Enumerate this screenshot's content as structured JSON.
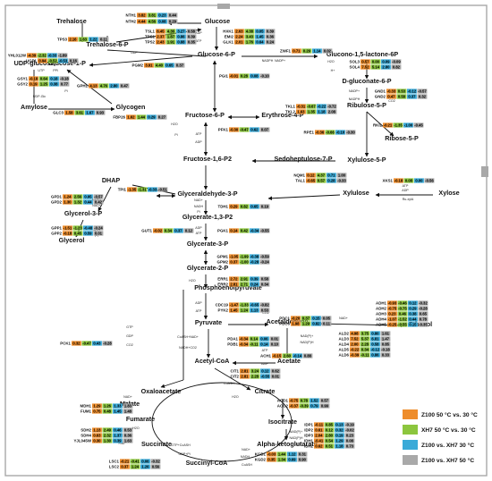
{
  "colors": {
    "z100_50_vs_30": "#ee8d2c",
    "xh7_50_vs_30": "#8cc63e",
    "z100_vs_xh7_30": "#3aaad8",
    "z100_vs_xh7_50": "#a9a9a9"
  },
  "legend": [
    {
      "label": "Z100 50 °C vs. 30 °C",
      "color_key": "z100_50_vs_30"
    },
    {
      "label": "XH7 50 °C vs. 30 °C",
      "color_key": "xh7_50_vs_30"
    },
    {
      "label": "Z100 vs. XH7 30 °C",
      "color_key": "z100_vs_xh7_30"
    },
    {
      "label": "Z100 vs. XH7 50 °C",
      "color_key": "z100_vs_xh7_50"
    }
  ],
  "metabolites": [
    {
      "id": "glucose",
      "label": "Glucose"
    },
    {
      "id": "trehalose",
      "label": "Trehalose"
    },
    {
      "id": "trehalose6p",
      "label": "Trehalose-6-P"
    },
    {
      "id": "udpglucose",
      "label": "UDP-glucose"
    },
    {
      "id": "glucose1p",
      "label": "Glucose-1-P"
    },
    {
      "id": "glucose6p",
      "label": "Glucose-6-P"
    },
    {
      "id": "glucono",
      "label": "Glucono-1,5-lactone-6P"
    },
    {
      "id": "dgluconate",
      "label": "D-gluconate-6-P"
    },
    {
      "id": "amylose",
      "label": "Amylose"
    },
    {
      "id": "glycogen",
      "label": "Glycogen"
    },
    {
      "id": "fructose6p",
      "label": "Fructose-6-P"
    },
    {
      "id": "erythrose4p",
      "label": "Erythrose-4-P"
    },
    {
      "id": "ribulose5p",
      "label": "Ribulose-5-P"
    },
    {
      "id": "ribose5p",
      "label": "Ribose-5-P"
    },
    {
      "id": "fructose16",
      "label": "Fructose-1,6-P2"
    },
    {
      "id": "sedo",
      "label": "Sedoheptulose-7-P"
    },
    {
      "id": "xylulose5p",
      "label": "Xylulose-5-P"
    },
    {
      "id": "dhap",
      "label": "DHAP"
    },
    {
      "id": "ga3p",
      "label": "Glyceraldehyde-3-P"
    },
    {
      "id": "xylulose",
      "label": "Xylulose"
    },
    {
      "id": "xylose",
      "label": "Xylose"
    },
    {
      "id": "glycerol3p",
      "label": "Glycerol-3-P"
    },
    {
      "id": "glycerate13",
      "label": "Glycerate-1,3-P2"
    },
    {
      "id": "glycerol",
      "label": "Glycerol"
    },
    {
      "id": "glycerate3p",
      "label": "Glycerate-3-P"
    },
    {
      "id": "glycerate2p",
      "label": "Glycerate-2-P"
    },
    {
      "id": "pep",
      "label": "Phosphoenolpyruvate"
    },
    {
      "id": "pyruvate",
      "label": "Pyruvate"
    },
    {
      "id": "acetaldehyde",
      "label": "Acetaldehyde"
    },
    {
      "id": "ethanol",
      "label": "Ethanol"
    },
    {
      "id": "acetate",
      "label": "Acetate"
    },
    {
      "id": "acetylcoa",
      "label": "Acetyl-CoA"
    },
    {
      "id": "oxaloacetate",
      "label": "Oxaloacetate"
    },
    {
      "id": "citrate",
      "label": "Citrate"
    },
    {
      "id": "malate",
      "label": "Malate"
    },
    {
      "id": "fumarate",
      "label": "Fumarate"
    },
    {
      "id": "isocitrate",
      "label": "Isocitrate"
    },
    {
      "id": "succinate",
      "label": "Succinate"
    },
    {
      "id": "akg",
      "label": "Alpha-ketoglutarate"
    },
    {
      "id": "succinylcoa",
      "label": "Succinyl-CoA"
    }
  ],
  "genes": [
    {
      "id": "NTH1",
      "values": [
        "3.82",
        "3.81",
        "0.23",
        "0.44"
      ]
    },
    {
      "id": "NTH2",
      "values": [
        "4.44",
        "4.56",
        "0.08",
        "0.29"
      ]
    },
    {
      "id": "TSL1",
      "values": [
        "6.45",
        "4.36",
        "3.27",
        "0.58"
      ]
    },
    {
      "id": "TPS1",
      "values": [
        "2.37",
        "1.87",
        "0.86",
        "0.39"
      ]
    },
    {
      "id": "TPS2",
      "values": [
        "2.43",
        "1.91",
        "0.88",
        "0.35"
      ]
    },
    {
      "id": "TPS3",
      "values": [
        "2.16",
        "1.63",
        "1.22",
        "0.11"
      ]
    },
    {
      "id": "HXK1",
      "values": [
        "2.63",
        "4.38",
        "0.05",
        "0.39"
      ]
    },
    {
      "id": "EMI2",
      "values": [
        "2.24",
        "3.43",
        "1.45",
        "0.36"
      ]
    },
    {
      "id": "GLK1",
      "values": [
        "2.01",
        "1.76",
        "0.64",
        "0.24"
      ]
    },
    {
      "id": "YHL012W",
      "values": [
        "-4.39",
        "-2.32",
        "-0.33",
        "-1.89"
      ]
    },
    {
      "id": "UGP1",
      "values": [
        "0.94",
        "-0.52",
        "-0.53",
        "0.16"
      ]
    },
    {
      "id": "PGM2",
      "values": [
        "3.91",
        "4.40",
        "0.65",
        "0.37"
      ]
    },
    {
      "id": "ZWF1",
      "values": [
        "0.71",
        "0.29",
        "1.14",
        "0.02"
      ]
    },
    {
      "id": "SOL3",
      "values": [
        "0.57",
        "0.00",
        "0.09",
        "-0.09"
      ]
    },
    {
      "id": "SOL4",
      "values": [
        "7.52",
        "5.14",
        "2.80",
        "0.82"
      ]
    },
    {
      "id": "GSY1",
      "values": [
        "-0.18",
        "0.64",
        "0.18",
        "-0.18"
      ]
    },
    {
      "id": "GSY2",
      "values": [
        "0.19",
        "1.25",
        "0.38",
        "0.77"
      ]
    },
    {
      "id": "GPH1",
      "values": [
        "4.13",
        "4.76",
        "2.80",
        "0.47"
      ]
    },
    {
      "id": "GLC3",
      "values": [
        "1.58",
        "3.61",
        "1.67",
        "0.93"
      ]
    },
    {
      "id": "PGI1",
      "values": [
        "-0.01",
        "0.28",
        "0.08",
        "-0.10"
      ]
    },
    {
      "id": "GND1",
      "values": [
        "-0.33",
        "0.53",
        "-0.12",
        "-0.57"
      ]
    },
    {
      "id": "GND2",
      "values": [
        "0.47",
        "0.58",
        "0.37",
        "0.32"
      ]
    },
    {
      "id": "TKL1",
      "values": [
        "-0.31",
        "-0.67",
        "-0.22",
        "-0.72"
      ]
    },
    {
      "id": "TKL2",
      "values": [
        "1.63",
        "1.35",
        "1.18",
        "2.08"
      ]
    },
    {
      "id": "FBP26",
      "values": [
        "1.62",
        "1.44",
        "0.29",
        "0.27"
      ]
    },
    {
      "id": "PFK1",
      "values": [
        "-0.30",
        "-0.47",
        "0.62",
        "0.07"
      ]
    },
    {
      "id": "RPE1",
      "values": [
        "-0.36",
        "-0.66",
        "-0.10",
        "-0.30"
      ]
    },
    {
      "id": "RKI1",
      "values": [
        "-0.21",
        "-1.35",
        "-1.00",
        "-0.45"
      ]
    },
    {
      "id": "FBA1",
      "values": [
        "-1.08",
        "-1.21",
        "-0.41",
        "-0.30"
      ]
    },
    {
      "id": "NQM1",
      "values": [
        "0.12",
        "4.37",
        "0.71",
        "1.00"
      ]
    },
    {
      "id": "TAL1",
      "values": [
        "-0.65",
        "0.57",
        "0.28",
        "-0.33"
      ]
    },
    {
      "id": "TPI1",
      "values": [
        "-1.35",
        "-1.31",
        "-0.33",
        "-0.51"
      ]
    },
    {
      "id": "XKS1",
      "values": [
        "-0.18",
        "0.08",
        "0.00",
        "-0.56"
      ]
    },
    {
      "id": "GPD1",
      "values": [
        "1.24",
        "2.56",
        "0.95",
        "-0.57"
      ]
    },
    {
      "id": "GPD2",
      "values": [
        "1.30",
        "1.32",
        "0.44",
        "0.42"
      ]
    },
    {
      "id": "TDH1",
      "values": [
        "0.29",
        "0.82",
        "0.65",
        "0.19"
      ]
    },
    {
      "id": "GPP1",
      "values": [
        "-1.51",
        "-1.23",
        "-0.48",
        "-0.24"
      ]
    },
    {
      "id": "GPP2",
      "values": [
        "-0.18",
        "0.45",
        "0.59",
        "0.01"
      ]
    },
    {
      "id": "GUT1",
      "values": [
        "-0.02",
        "0.34",
        "0.37",
        "0.12"
      ]
    },
    {
      "id": "PGK1",
      "values": [
        "0.14",
        "0.42",
        "-0.34",
        "-0.55"
      ]
    },
    {
      "id": "GPM1",
      "values": [
        "-1.05",
        "-1.99",
        "-0.38",
        "-0.59"
      ]
    },
    {
      "id": "GPM2",
      "values": [
        "0.37",
        "-1.00",
        "-0.28",
        "-0.24"
      ]
    },
    {
      "id": "ERR1",
      "values": [
        "2.72",
        "2.91",
        "0.39",
        "0.58"
      ]
    },
    {
      "id": "ERR2",
      "values": [
        "2.81",
        "2.71",
        "0.24",
        "0.34"
      ]
    },
    {
      "id": "ADH1",
      "values": [
        "-0.93",
        "-0.46",
        "0.12",
        "-0.32"
      ]
    },
    {
      "id": "ADH2",
      "values": [
        "-0.75",
        "-0.75",
        "0.29",
        "-0.28"
      ]
    },
    {
      "id": "ADH3",
      "values": [
        "0.23",
        "0.46",
        "0.38",
        "0.65"
      ]
    },
    {
      "id": "ADH4",
      "values": [
        "-1.07",
        "-1.52",
        "0.44",
        "0.78"
      ]
    },
    {
      "id": "ADH5",
      "values": [
        "-0.25",
        "-0.55",
        "0.15",
        "-0.35"
      ]
    },
    {
      "id": "CDC19",
      "values": [
        "-1.47",
        "-1.33",
        "-0.65",
        "-0.82"
      ]
    },
    {
      "id": "PYK2",
      "values": [
        "1.45",
        "1.24",
        "1.13",
        "0.53"
      ]
    },
    {
      "id": "PCK1",
      "values": [
        "0.32",
        "-0.47",
        "0.43",
        "-0.28"
      ]
    },
    {
      "id": "PDC1",
      "values": [
        "-0.20",
        "0.37",
        "0.15",
        "0.05"
      ]
    },
    {
      "id": "PDC6",
      "values": [
        "1.98",
        "1.29",
        "0.82",
        "0.11"
      ]
    },
    {
      "id": "ALD2",
      "values": [
        "4.98",
        "3.75",
        "0.80",
        "1.61"
      ]
    },
    {
      "id": "ALD3",
      "values": [
        "7.52",
        "5.37",
        "6.81",
        "1.47"
      ]
    },
    {
      "id": "ALD4",
      "values": [
        "2.00",
        "2.28",
        "0.58",
        "0.85"
      ]
    },
    {
      "id": "ALD5",
      "values": [
        "-0.22",
        "0.34",
        "-0.12",
        "-0.18"
      ]
    },
    {
      "id": "ALD6",
      "values": [
        "-0.39",
        "-0.11",
        "0.86",
        "0.33"
      ]
    },
    {
      "id": "PDA1",
      "values": [
        "-0.34",
        "0.14",
        "0.06",
        "0.01"
      ]
    },
    {
      "id": "PDB1",
      "values": [
        "-0.34",
        "-0.11",
        "0.14",
        "0.10"
      ]
    },
    {
      "id": "ACH1",
      "values": [
        "-0.15",
        "2.60",
        "-0.14",
        "0.88"
      ]
    },
    {
      "id": "CIT1",
      "values": [
        "2.81",
        "3.24",
        "0.12",
        "0.62"
      ]
    },
    {
      "id": "CIT2",
      "values": [
        "2.81",
        "2.28",
        "-0.55",
        "0.01"
      ]
    },
    {
      "id": "MDH1",
      "values": [
        "1.29",
        "1.26",
        "1.33",
        "1.83"
      ]
    },
    {
      "id": "FUM1",
      "values": [
        "0.75",
        "0.48",
        "1.45",
        "1.48"
      ]
    },
    {
      "id": "ACO1",
      "values": [
        "-0.75",
        "0.78",
        "1.52",
        "0.57"
      ]
    },
    {
      "id": "ACO2",
      "values": [
        "-0.37",
        "-0.39",
        "0.79",
        "0.99"
      ]
    },
    {
      "id": "SDH2",
      "values": [
        "1.13",
        "2.49",
        "0.46",
        "0.53"
      ]
    },
    {
      "id": "SDH4",
      "values": [
        "0.63",
        "2.32",
        "1.37",
        "0.36"
      ]
    },
    {
      "id": "YJL045W",
      "values": [
        "0.30",
        "1.30",
        "0.39",
        "1.63"
      ]
    },
    {
      "id": "IDP1",
      "values": [
        "-0.11",
        "0.85",
        "0.13",
        "-0.19"
      ]
    },
    {
      "id": "IDP2",
      "values": [
        "0.61",
        "0.12",
        "0.32",
        "-0.02"
      ]
    },
    {
      "id": "IDP3",
      "values": [
        "2.04",
        "2.80",
        "0.19",
        "0.23"
      ]
    },
    {
      "id": "IDH1",
      "values": [
        "-0.41",
        "0.54",
        "1.29",
        "0.08"
      ]
    },
    {
      "id": "IDH2",
      "values": [
        "0.62",
        "0.51",
        "1.18",
        "0.73"
      ]
    },
    {
      "id": "LSC1",
      "values": [
        "-0.21",
        "-0.41",
        "0.06",
        "-0.32"
      ]
    },
    {
      "id": "LSC2",
      "values": [
        "0.37",
        "1.24",
        "1.26",
        "0.56"
      ]
    },
    {
      "id": "KGD1",
      "values": [
        "-0.03",
        "1.44",
        "1.12",
        "0.31"
      ]
    },
    {
      "id": "KGD2",
      "values": [
        "0.35",
        "1.34",
        "0.69",
        "0.90"
      ]
    }
  ],
  "cofactors": [
    {
      "id": "adp_hxk",
      "text": "ADP"
    },
    {
      "id": "atp_hxk",
      "text": "ATP"
    },
    {
      "id": "nadph_zwf",
      "text": "NADPH"
    },
    {
      "id": "nadp_zwf",
      "text": "NADP+"
    },
    {
      "id": "udp_tps",
      "text": "UDP"
    },
    {
      "id": "utp_ugp",
      "text": "UTP"
    },
    {
      "id": "ppi_ugp",
      "text": "PPi"
    },
    {
      "id": "pi_gsy",
      "text": "Pi"
    },
    {
      "id": "udp_glc",
      "text": "UDP-Glc"
    },
    {
      "id": "h2o_sol",
      "text": "H2O"
    },
    {
      "id": "h_sol",
      "text": "H+"
    },
    {
      "id": "nadp_gnd",
      "text": "NADP+"
    },
    {
      "id": "nadph_gnd",
      "text": "NADPH"
    },
    {
      "id": "co2_gnd",
      "text": "CO2"
    },
    {
      "id": "atp_pfk",
      "text": "ATP"
    },
    {
      "id": "adp_pfk",
      "text": "ADP"
    },
    {
      "id": "h2o_fbp",
      "text": "H2O"
    },
    {
      "id": "pi_fbp",
      "text": "Pi"
    },
    {
      "id": "atp_xks",
      "text": "ATP"
    },
    {
      "id": "adp_xks",
      "text": "ADP"
    },
    {
      "id": "ru_xyla",
      "text": "Ru-xylA"
    },
    {
      "id": "nadh_gpd",
      "text": "NADH"
    },
    {
      "id": "nad_gpd",
      "text": "NAD+"
    },
    {
      "id": "nad_tdh",
      "text": "NAD+"
    },
    {
      "id": "nadh_tdh",
      "text": "NADH"
    },
    {
      "id": "pi_tdh",
      "text": "Pi"
    },
    {
      "id": "adp_pgk",
      "text": "ADP"
    },
    {
      "id": "atp_pgk",
      "text": "ATP"
    },
    {
      "id": "h2o_gpp",
      "text": "H2O"
    },
    {
      "id": "pi_gpp",
      "text": "Pi"
    },
    {
      "id": "h2o_err",
      "text": "H2O"
    },
    {
      "id": "adp_pyk",
      "text": "ADP"
    },
    {
      "id": "atp_pyk",
      "text": "ATP"
    },
    {
      "id": "gtp_pck",
      "text": "GTP"
    },
    {
      "id": "gdp_pck",
      "text": "GDP"
    },
    {
      "id": "co2_pck",
      "text": "CO2"
    },
    {
      "id": "co2_pdc",
      "text": "CO2"
    },
    {
      "id": "nadh_adh",
      "text": "NADH"
    },
    {
      "id": "nad_adh",
      "text": "NAD+"
    },
    {
      "id": "nad_ald",
      "text": "NAD(P)+"
    },
    {
      "id": "nadh_ald",
      "text": "NAD(P)H"
    },
    {
      "id": "coash_pda",
      "text": "CoASH+NAD+"
    },
    {
      "id": "co2_pda",
      "text": "NADH+CO2"
    },
    {
      "id": "atp_ach",
      "text": "ATP"
    },
    {
      "id": "amp_ach",
      "text": "AMP"
    },
    {
      "id": "coa_cit",
      "text": "CoASH"
    },
    {
      "id": "h2o_cit",
      "text": "H2O"
    },
    {
      "id": "nad_mdh",
      "text": "NAD+"
    },
    {
      "id": "nadh_mdh",
      "text": "NADH+H+"
    },
    {
      "id": "h2o_fum",
      "text": "H2O"
    },
    {
      "id": "fadh_sdh",
      "text": "FADH2"
    },
    {
      "id": "fad_sdh",
      "text": "FAD"
    },
    {
      "id": "nadp_idp",
      "text": "NAD(P)+"
    },
    {
      "id": "nadph_idp",
      "text": "NAD(P)H"
    },
    {
      "id": "co2_idp",
      "text": "CO2"
    },
    {
      "id": "gtp_lsc",
      "text": "GTP+CoASH"
    },
    {
      "id": "gdp_lsc",
      "text": "GDP+Pi"
    },
    {
      "id": "nad_kgd",
      "text": "NAD+"
    },
    {
      "id": "nadh_kgd",
      "text": "NADH"
    },
    {
      "id": "coa_kgd",
      "text": "CoASH"
    }
  ]
}
